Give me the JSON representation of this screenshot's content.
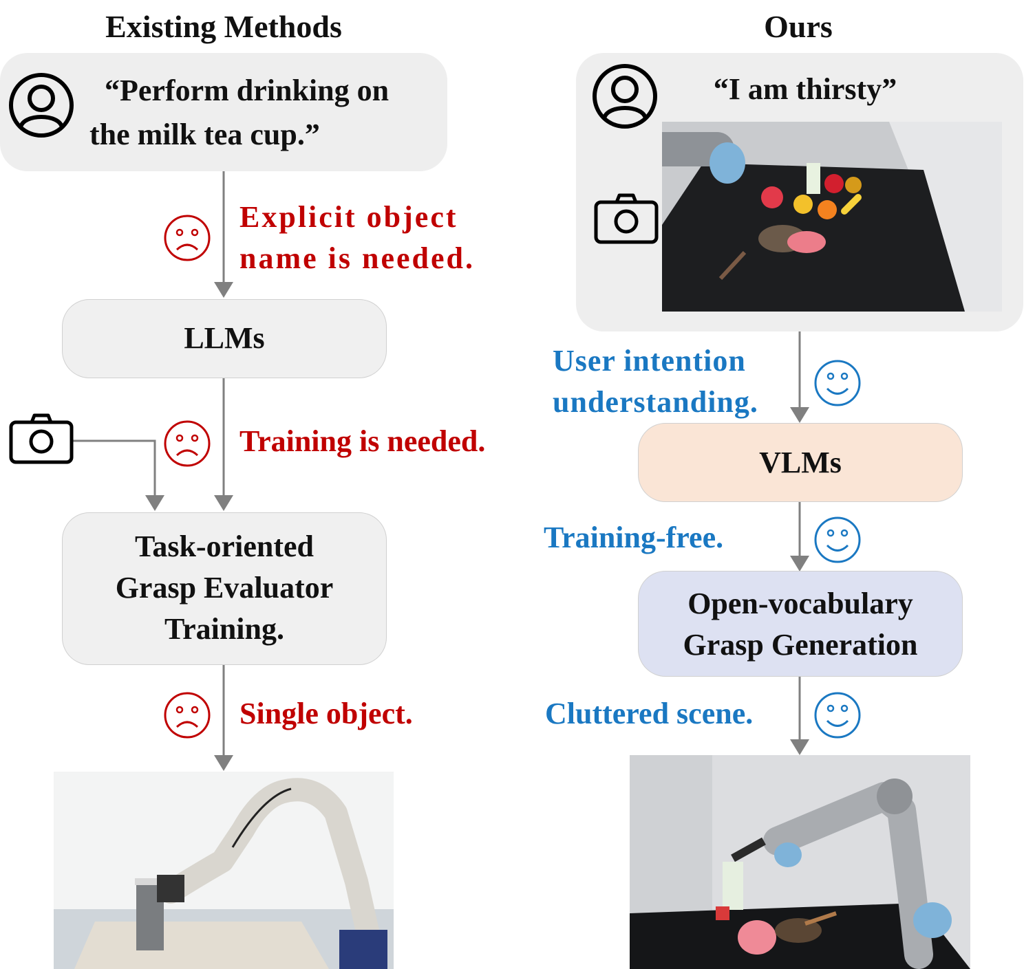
{
  "left": {
    "heading": "Existing Methods",
    "quote_line1": "“Perform drinking on",
    "quote_line2": "the milk tea cup.”",
    "note1_line1": "Explicit object",
    "note1_line2": "name is needed.",
    "llms": "LLMs",
    "note2": "Training is needed.",
    "evaluator_line1": "Task-oriented",
    "evaluator_line2": "Grasp Evaluator",
    "evaluator_line3": "Training.",
    "note3": "Single object."
  },
  "right": {
    "heading": "Ours",
    "quote": "“I am thirsty”",
    "note1_line1": "User intention",
    "note1_line2": "understanding.",
    "vlms": "VLMs",
    "note2": "Training-free.",
    "grasp_line1": "Open-vocabulary",
    "grasp_line2": "Grasp Generation",
    "note3": "Cluttered scene."
  },
  "colors": {
    "negative": "#c00000",
    "positive": "#1a78c2",
    "arrow": "#808080"
  },
  "icons": [
    "user-icon",
    "camera-icon",
    "sad-face-icon",
    "smiley-face-icon"
  ]
}
